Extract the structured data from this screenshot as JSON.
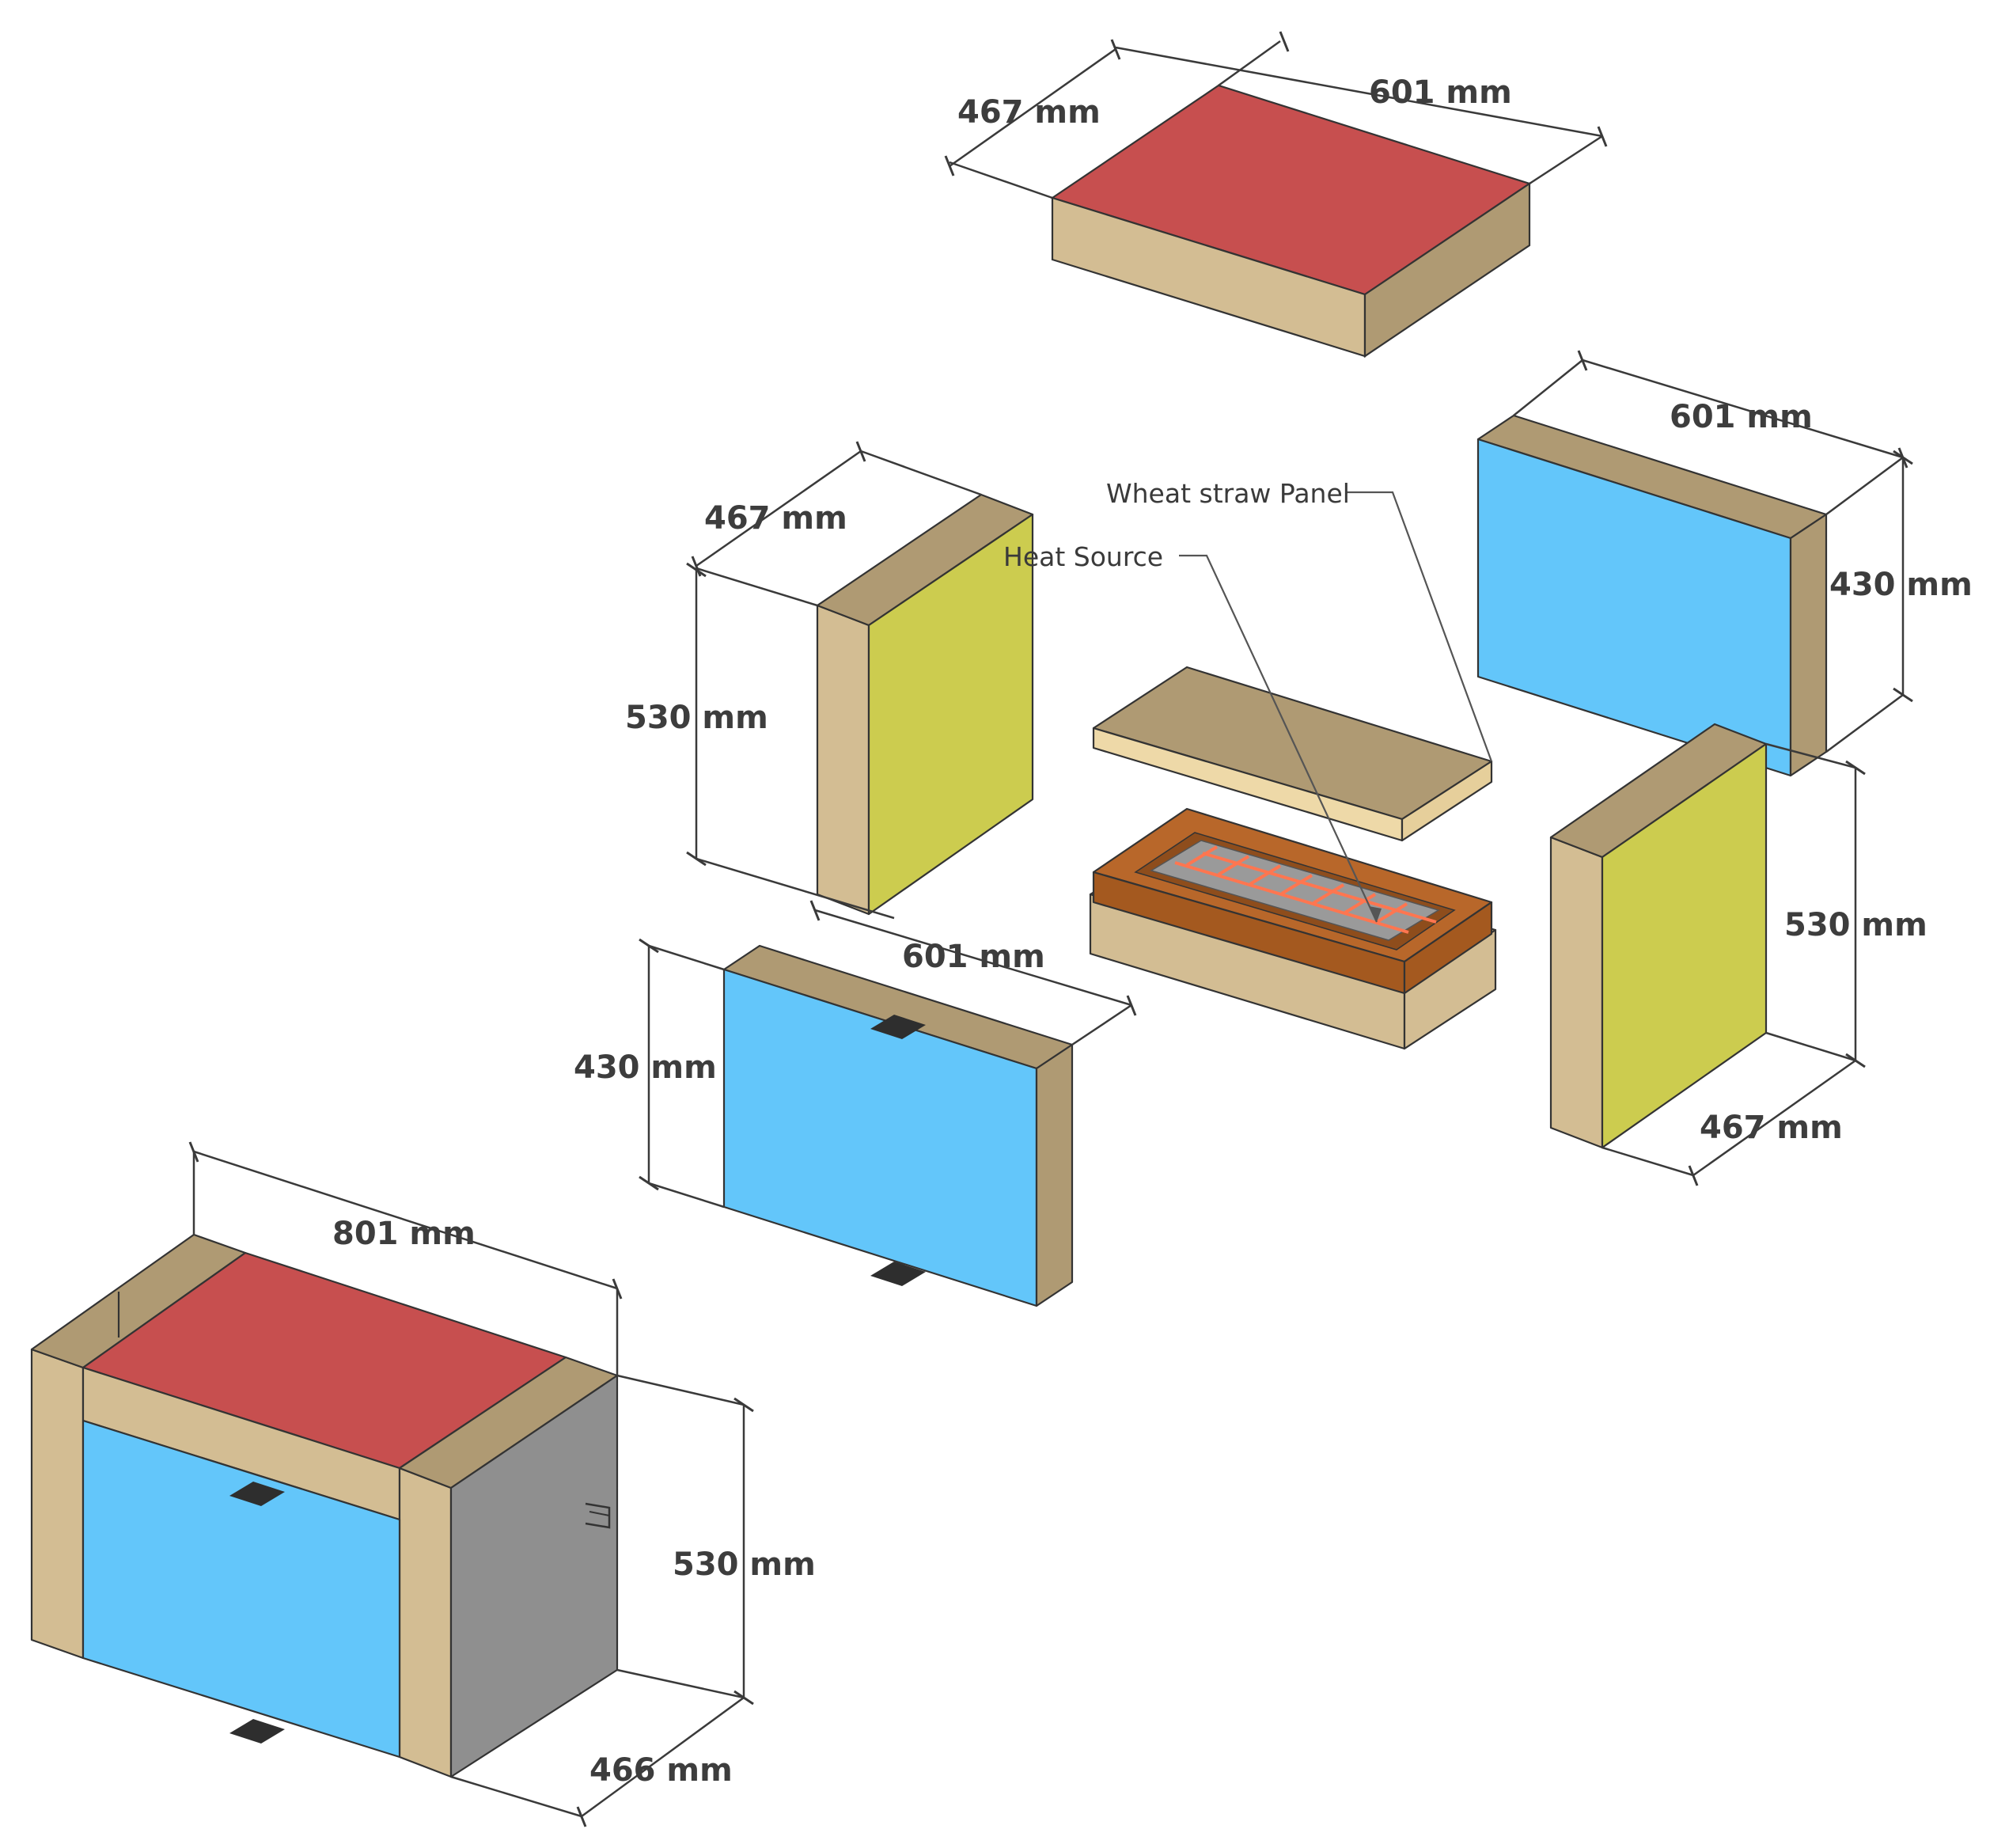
{
  "colors": {
    "wood_front": "#d3bd93",
    "wood_side": "#af9a73",
    "red": "#c74f4f",
    "blue": "#63c6fa",
    "yellow": "#cccc4f",
    "gray": "#8f8f8f",
    "copper": "#b8672a",
    "heater": "#ff7650",
    "handle": "#2e2e2e"
  },
  "labels": {
    "top_w": "601 mm",
    "top_d": "467 mm",
    "left_d": "467 mm",
    "left_h": "530 mm",
    "front_w": "601 mm",
    "front_h": "430 mm",
    "back_w": "601 mm",
    "back_h": "430 mm",
    "right_h": "530 mm",
    "right_d": "467 mm",
    "box_w": "801 mm",
    "box_h": "530 mm",
    "box_d": "466 mm",
    "wheat_straw": "Wheat straw Panel",
    "heat_source": "Heat Source"
  }
}
